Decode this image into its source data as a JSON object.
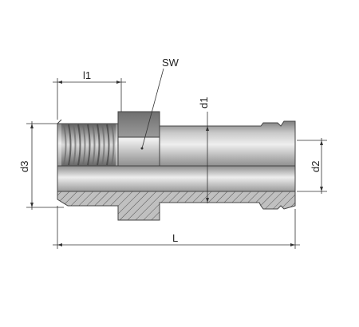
{
  "labels": {
    "l1": "l1",
    "sw": "SW",
    "d1": "d1",
    "d2": "d2",
    "d3": "d3",
    "L": "L"
  },
  "colors": {
    "metal_light": "#e6e6e6",
    "metal_mid": "#b5b5b5",
    "metal_dark": "#7a7a7a",
    "hatch_bg": "#b9b9b9",
    "hatch_line": "#555555",
    "dimension": "#333333"
  }
}
